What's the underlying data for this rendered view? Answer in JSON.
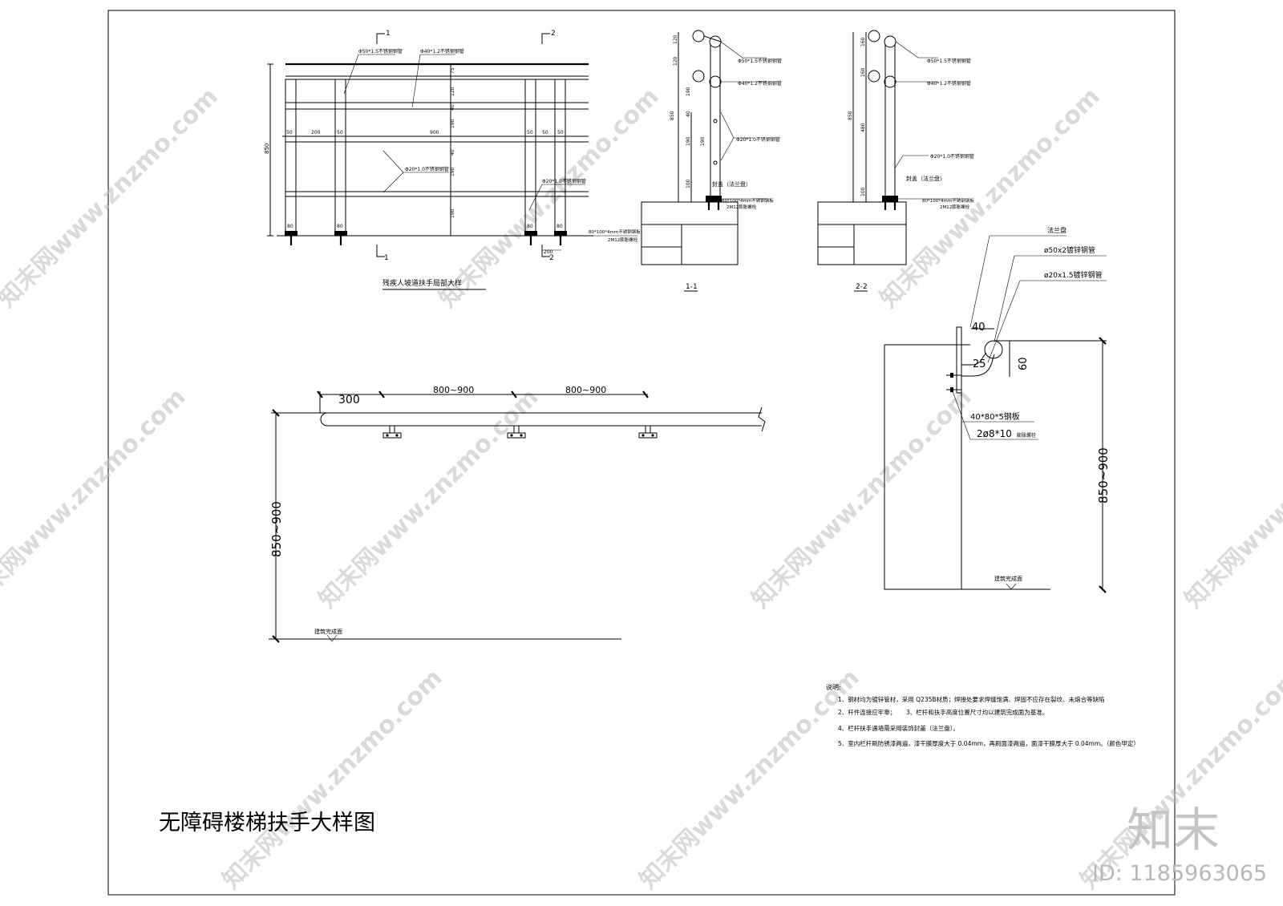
{
  "sheet": {
    "title": "无障碍楼梯扶手大样图",
    "brand": "知末",
    "id_label": "ID: 1185963065",
    "watermark": "知末网www.znzmo.com"
  },
  "elevation": {
    "caption": "残疾人坡道扶手局部大样",
    "section_mark_1": "1",
    "section_mark_2": "2",
    "total_height": "850",
    "top_dims": [
      "50",
      "200",
      "50",
      "900",
      "50",
      "50",
      "50"
    ],
    "right_dims": [
      "75",
      "120",
      "40",
      "190",
      "40",
      "190",
      "190"
    ],
    "base_dims": [
      "80",
      "80",
      "80",
      "80"
    ],
    "bottom_dim": "200",
    "callout_rail_top": "Φ50*1.5不锈钢钢管",
    "callout_rail_2": "Φ40*1.2不锈钢钢管",
    "callout_post": "Φ20*1.0不锈钢钢管",
    "callout_post_2": "Φ20*1.0不锈钢钢管",
    "callout_plate": "80*100*4mm不锈钢钢板",
    "callout_bolt": "2M12膨胀螺栓"
  },
  "section_1": {
    "label": "1-1",
    "dims": [
      "120",
      "120",
      "850",
      "190",
      "40",
      "190",
      "100",
      "190"
    ],
    "callouts": [
      "Φ50*1.5不锈钢钢管",
      "Φ40*1.2不锈钢钢管",
      "Φ20*1.0不锈钢钢管",
      "封盖（法兰盘）",
      "80*100*4mm不锈钢钢板",
      "2M12膨胀螺栓"
    ]
  },
  "section_2": {
    "label": "2-2",
    "dims": [
      "160",
      "160",
      "850",
      "480",
      "100"
    ],
    "callouts": [
      "Φ50*1.5不锈钢钢管",
      "Φ40*1.2不锈钢钢管",
      "Φ20*1.0不锈钢钢管",
      "封盖（法兰盘）",
      "80*100*4mm不锈钢钢板",
      "2M12膨胀螺栓"
    ]
  },
  "handrail_plan": {
    "dim_start": "300",
    "dim_spacing_1": "800~900",
    "dim_spacing_2": "800~900",
    "height_dim": "850~900",
    "floor_label": "建筑完成面"
  },
  "wall_detail": {
    "callout_flange": "法兰盘",
    "callout_pipe_50": "ø50x2镀锌钢管",
    "callout_pipe_20": "ø20x1.5镀锌钢管",
    "dim_40": "40",
    "dim_25": "25",
    "dim_60": "60",
    "callout_plate": "40*80*5钢板",
    "callout_bolt_num": "2ø8*10",
    "callout_bolt_text": "膨胀螺栓",
    "height_dim": "850~900",
    "floor_label": "建筑完成面"
  },
  "notes": {
    "heading": "说明:",
    "items": [
      "1、钢材均为镀锌管材，采用   Q235B材质；焊接处要求焊缝饱满、焊固不应存在裂纹、未熔合等缺陷",
      "2、杆件连接应牢靠；",
      "3、栏杆和扶手高度位置尺寸均以建筑完成面为基准。",
      "4、栏杆扶手遇墙需采用装饰封盖（法兰盘）。",
      "5、室内栏杆刷防锈漆两遍，漆干膜厚度大于     0.04mm，再刷面漆两遍，面漆干膜厚大于 0.04mm。（颜色甲定）"
    ]
  }
}
